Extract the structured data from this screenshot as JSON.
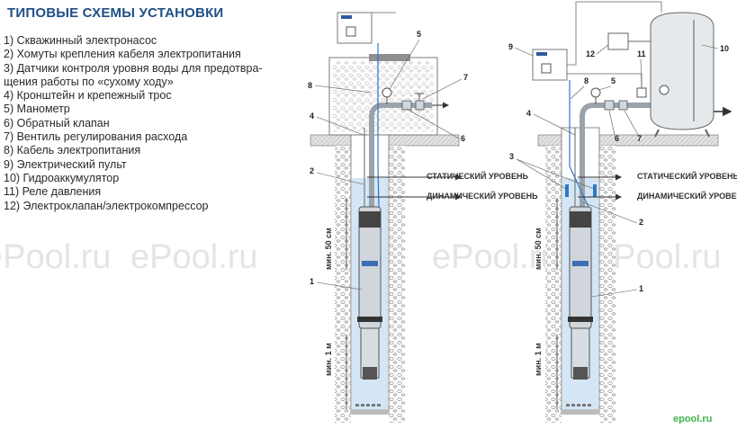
{
  "title": "ТИПОВЫЕ СХЕМЫ УСТАНОВКИ",
  "legend": [
    "1) Скважинный электронасос",
    "2) Хомуты крепления кабеля электропитания",
    "3) Датчики контроля уровня воды для предотвра-щения работы по «сухому ходу»",
    "4) Кронштейн и крепежный трос",
    "5) Манометр",
    "6) Обратный клапан",
    "7) Вентиль регулирования расхода",
    "8) Кабель электропитания",
    "9) Электрический пульт",
    "10) Гидроаккумулятор",
    "11) Реле давления",
    "12) Электроклапан/электрокомпрессор"
  ],
  "labels": {
    "static_level": "СТАТИЧЕСКИЙ УРОВЕНЬ",
    "dynamic_level": "ДИНАМИЧЕСКИЙ УРОВЕНЬ",
    "min_50": "мин. 50 см",
    "min_1m": "мин. 1 м"
  },
  "callouts_left": [
    "8",
    "5",
    "7",
    "4",
    "6",
    "2",
    "1"
  ],
  "callouts_right": [
    "9",
    "12",
    "11",
    "10",
    "8",
    "5",
    "4",
    "6",
    "7",
    "3",
    "2",
    "1"
  ],
  "watermark": "ePool.ru",
  "logo": "epool.ru",
  "colors": {
    "title": "#1f4f86",
    "water": "#d4e6f5",
    "ground": "#cfcfcf",
    "pipe": "#9aa3ab"
  }
}
